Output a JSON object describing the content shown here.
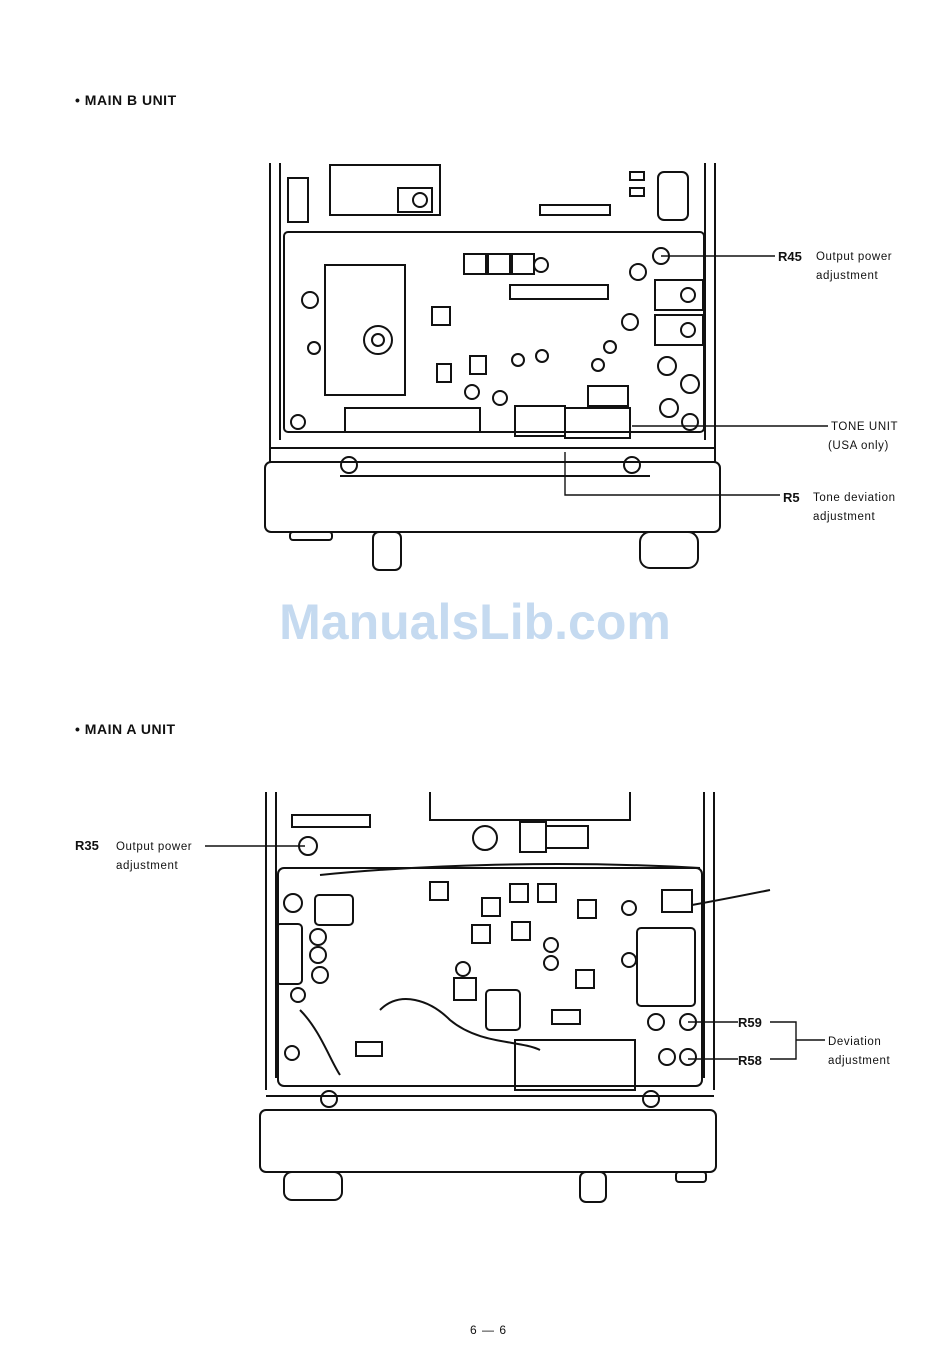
{
  "sections": [
    {
      "heading": "• MAIN B UNIT",
      "callouts": [
        {
          "code": "R45",
          "text_lines": [
            "Output power",
            "adjustment"
          ]
        },
        {
          "code": "",
          "text_lines": [
            "TONE UNIT",
            "(USA only)"
          ]
        },
        {
          "code": "R5",
          "text_lines": [
            "Tone deviation",
            "adjustment"
          ]
        }
      ]
    },
    {
      "heading": "• MAIN A UNIT",
      "callouts": [
        {
          "code": "R35",
          "text_lines": [
            "Output power",
            "adjustment"
          ]
        },
        {
          "code": "R59",
          "text_lines": []
        },
        {
          "code": "R58",
          "text_lines": []
        },
        {
          "code": "",
          "text_lines": [
            "Deviation",
            "adjustment"
          ]
        }
      ]
    }
  ],
  "watermark": "ManualsLib.com",
  "page_number": "6 — 6"
}
